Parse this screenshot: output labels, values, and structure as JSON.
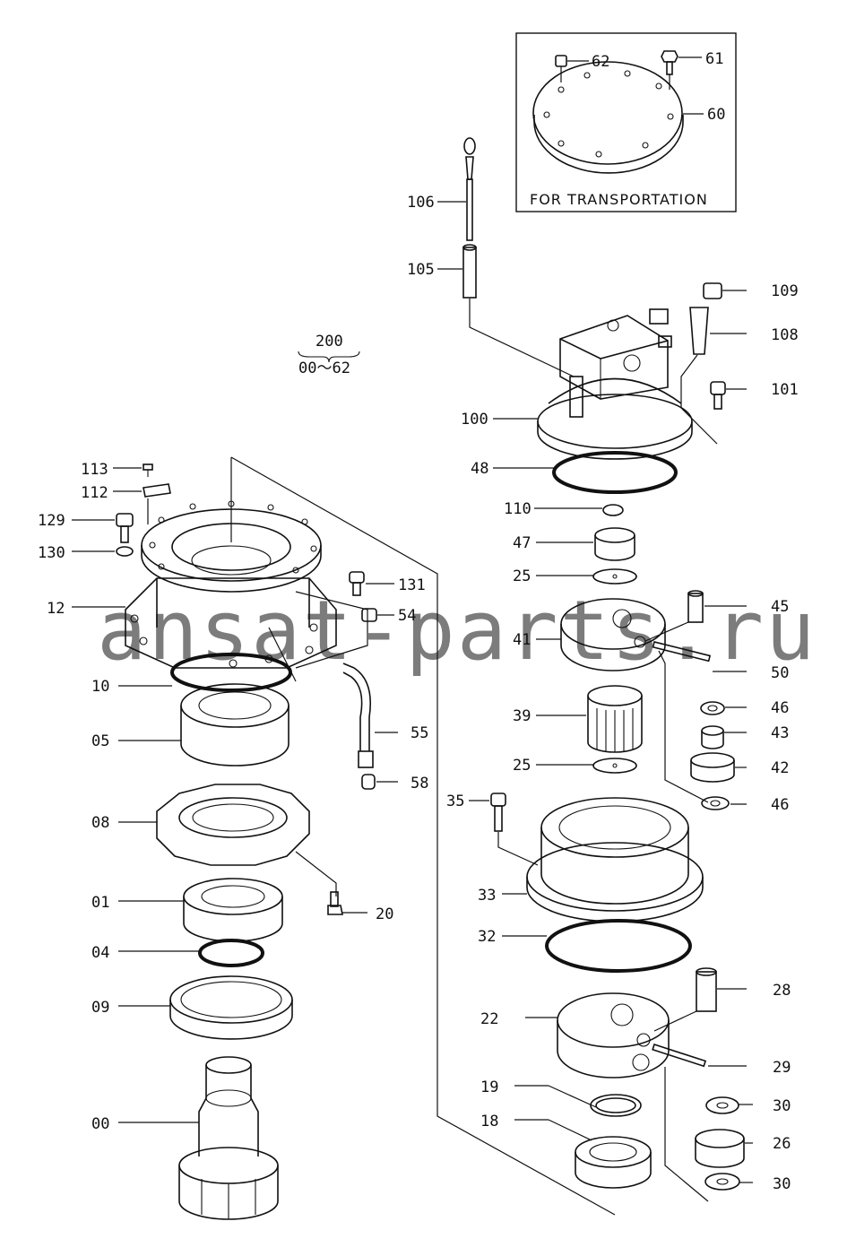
{
  "watermark": "ansat-parts.ru",
  "assembly": {
    "number": "200",
    "range": "00～62"
  },
  "inset": {
    "caption": "FOR TRANSPORTATION"
  },
  "labels": {
    "p62": "62",
    "p61": "61",
    "p60": "60",
    "p106": "106",
    "p105": "105",
    "p109": "109",
    "p108": "108",
    "p101": "101",
    "p100": "100",
    "p48": "48",
    "p110": "110",
    "p47": "47",
    "p25a": "25",
    "p45": "45",
    "p41": "41",
    "p50": "50",
    "p46a": "46",
    "p39": "39",
    "p43": "43",
    "p25b": "25",
    "p42": "42",
    "p46b": "46",
    "p35": "35",
    "p33": "33",
    "p32": "32",
    "p28": "28",
    "p22": "22",
    "p29": "29",
    "p30a": "30",
    "p19": "19",
    "p26": "26",
    "p18": "18",
    "p30b": "30",
    "p113": "113",
    "p112": "112",
    "p129": "129",
    "p130": "130",
    "p12": "12",
    "p131": "131",
    "p54": "54",
    "p10": "10",
    "p05": "05",
    "p55": "55",
    "p58": "58",
    "p08": "08",
    "p01": "01",
    "p20": "20",
    "p04": "04",
    "p09": "09",
    "p00": "00"
  }
}
